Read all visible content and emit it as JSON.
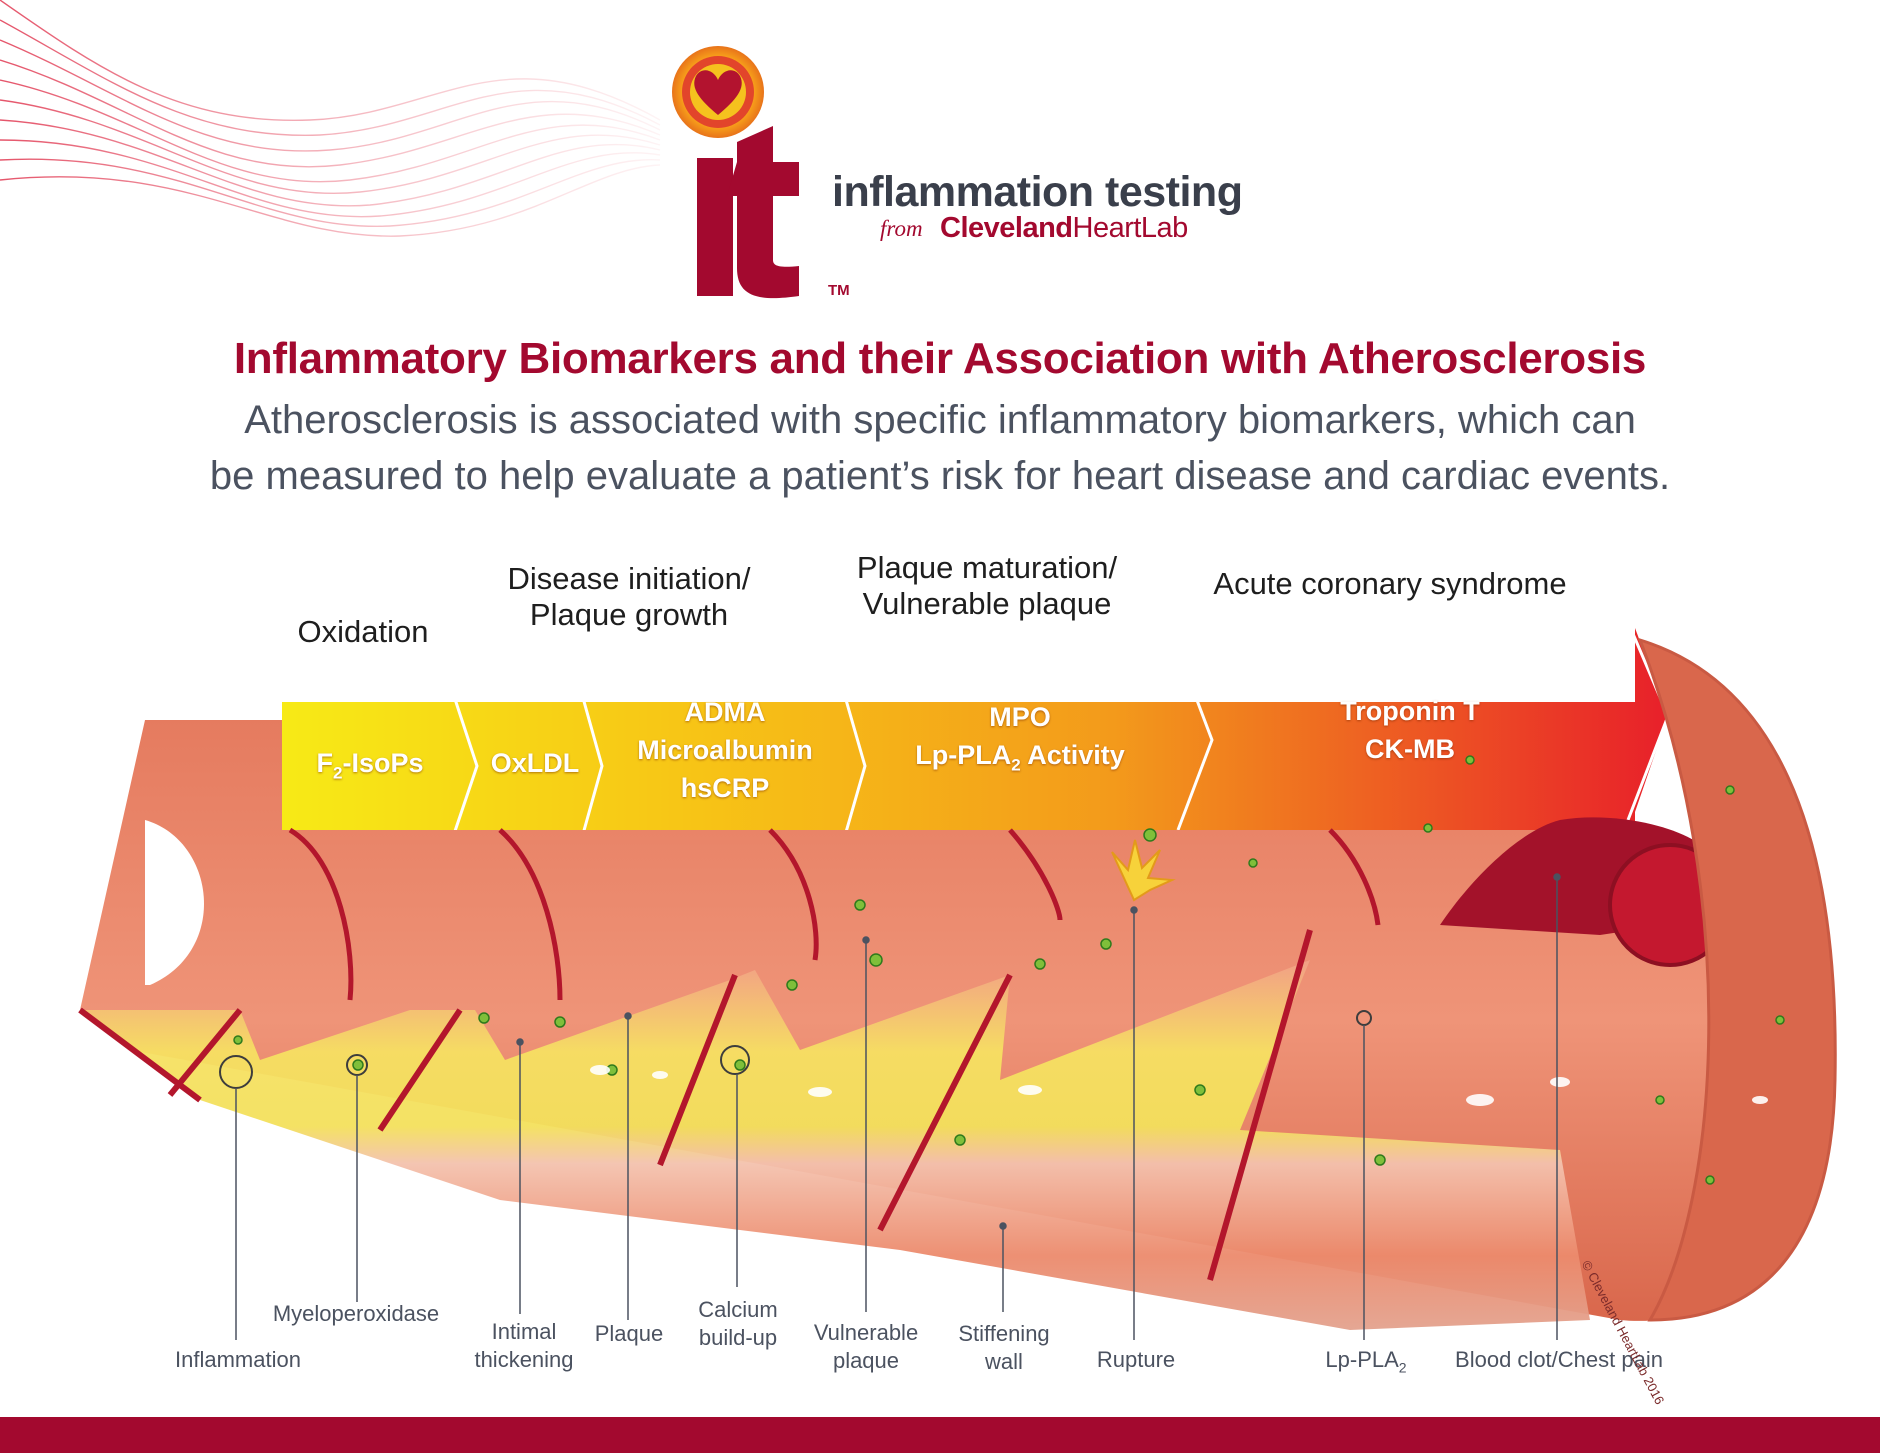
{
  "brand": {
    "mark": "it",
    "tagline": "inflammation testing",
    "from_text": "from",
    "org_bold": "Cleveland",
    "org_light": "HeartLab",
    "tm": "TM"
  },
  "heading": {
    "title": "Inflammatory Biomarkers and their Association with Atherosclerosis",
    "subtitle_line1": "Atherosclerosis is associated with specific inflammatory biomarkers, which can",
    "subtitle_line2": "be measured to help evaluate a patient’s risk for heart disease and cardiac events."
  },
  "stages": [
    {
      "label_line1": "Oxidation",
      "label_line2": ""
    },
    {
      "label_line1": "Disease initiation/",
      "label_line2": "Plaque growth"
    },
    {
      "label_line1": "Plaque maturation/",
      "label_line2": "Vulnerable plaque"
    },
    {
      "label_line1": "Acute coronary syndrome",
      "label_line2": ""
    }
  ],
  "markers": {
    "f2": {
      "main": "F",
      "sub": "2",
      "rest": "-IsoPs"
    },
    "oxldl": "OxLDL",
    "group3": [
      "ADMA",
      "Microalbumin",
      "hsCRP"
    ],
    "mpo": "MPO",
    "lppla2": {
      "main": "Lp-PLA",
      "sub": "2",
      "rest": " Activity"
    },
    "group5": [
      "Troponin T",
      "CK-MB"
    ]
  },
  "callouts": {
    "inflammation": "Inflammation",
    "myeloperoxidase": "Myeloperoxidase",
    "intimal_1": "Intimal",
    "intimal_2": "thickening",
    "plaque": "Plaque",
    "calcium_1": "Calcium",
    "calcium_2": "build-up",
    "vulnerable_1": "Vulnerable",
    "vulnerable_2": "plaque",
    "stiffening_1": "Stiffening",
    "stiffening_2": "wall",
    "rupture": "Rupture",
    "lppla2_main": "Lp-PLA",
    "lppla2_sub": "2",
    "blood_clot": "Blood clot/Chest pain"
  },
  "copyright": "© Cleveland HeartLab 2016",
  "colors": {
    "brand_red": "#a3092f",
    "heading_gray": "#4b5260",
    "arrow_start": "#f5e31a",
    "arrow_end": "#e8202a",
    "artery_wall": "#e8836a",
    "plaque_yellow": "#f5e55c"
  }
}
